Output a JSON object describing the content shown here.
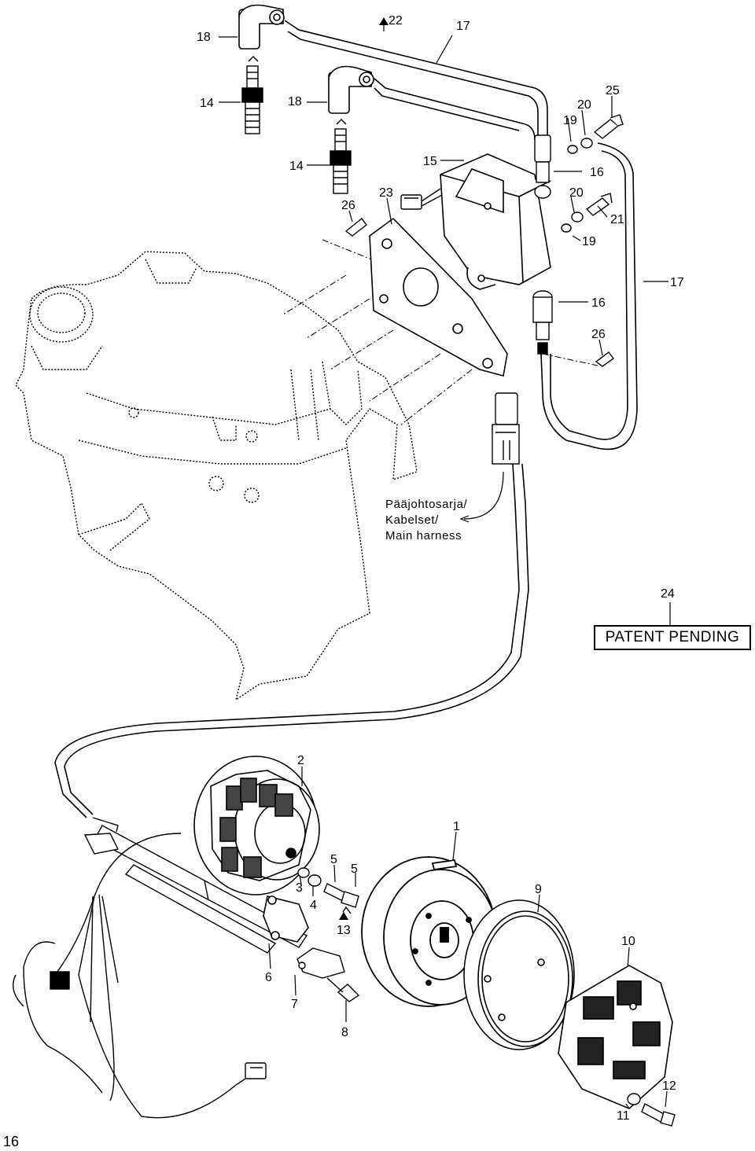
{
  "callouts": {
    "c1": "1",
    "c2": "2",
    "c3": "3",
    "c4": "4",
    "c5a": "5",
    "c5b": "5",
    "c6": "6",
    "c7": "7",
    "c8": "8",
    "c9": "9",
    "c10": "10",
    "c11": "11",
    "c12": "12",
    "c13": "13",
    "c14a": "14",
    "c14b": "14",
    "c15": "15",
    "c16a": "16",
    "c16b": "16",
    "c17a": "17",
    "c17b": "17",
    "c18a": "18",
    "c18b": "18",
    "c19a": "19",
    "c19b": "19",
    "c20a": "20",
    "c20b": "20",
    "c21": "21",
    "c22": "22",
    "c23": "23",
    "c24": "24",
    "c25": "25",
    "c26a": "26",
    "c26b": "26"
  },
  "harness_label": {
    "line1": "Pääjohtosarja/",
    "line2": "Kabelset/",
    "line3": "Main harness"
  },
  "patent": "PATENT PENDING",
  "page_number": "16"
}
